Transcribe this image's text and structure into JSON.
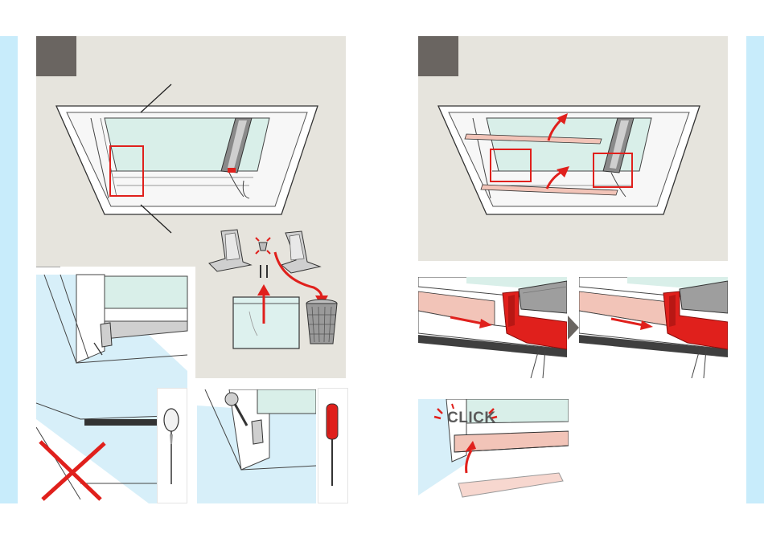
{
  "page": {
    "left_step_badge_color": "#6a6561",
    "right_step_badge_color": "#6a6561",
    "panel_color": "#e6e4dd",
    "edge_strip_color": "#c8ecfb",
    "accent_red": "#e0201c",
    "accent_pink": "#f2c4b8"
  },
  "labels": {
    "click": "CLICK"
  },
  "icons": {
    "left_page": [
      "window-frame-illustration",
      "bracket-pack-illustration",
      "awl-icon",
      "screwdriver-icon",
      "wrong-cross-icon",
      "trash-bin-icon"
    ],
    "right_page": [
      "window-rails-illustration",
      "rail-insert-illustration",
      "click-illustration",
      "arrow-right-icon"
    ]
  }
}
